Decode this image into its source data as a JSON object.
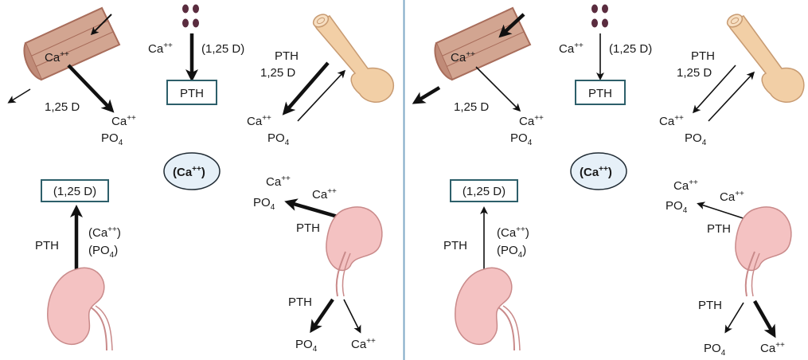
{
  "colors": {
    "divider": "#7fa9c6",
    "box_stroke": "#2d5f6a",
    "oval_fill": "#e6f0f8",
    "oval_stroke": "#1f2a33",
    "vessel_fill": "#d2a591",
    "vessel_dark": "#a86d5b",
    "bone_fill": "#f2cfa6",
    "bone_stroke": "#c89b72",
    "kidney_fill": "#f4c2c2",
    "kidney_stroke": "#c98a8a",
    "dots": "#5a2c3f"
  },
  "icons": [
    "blood-vessel",
    "food-dots",
    "bone",
    "kidney"
  ],
  "panels": [
    {
      "ca_vessel": "Ca",
      "ca_vessel_sup": "++",
      "vit_d_label": "1,25 D",
      "ca_absorbed": "Ca",
      "ca_absorbed_sup": "++",
      "po4_absorbed": "PO",
      "po4_absorbed_sub": "4",
      "diet_ca": "Ca",
      "diet_ca_sup": "++",
      "diet_vit": "(1,25 D)",
      "pth_box": "PTH",
      "bone_pth": "PTH",
      "bone_vit": "1,25 D",
      "bone_ca": "Ca",
      "bone_ca_sup": "++",
      "bone_po4": "PO",
      "bone_po4_sub": "4",
      "center_oval": "(Ca",
      "center_oval_sup": "++",
      "center_oval_close": ")",
      "vit_box": "(1,25 D)",
      "kidney_pth": "PTH",
      "kidney_ca_paren": "(Ca",
      "kidney_ca_sup": "++",
      "kidney_ca_close": ")",
      "kidney_po4_paren": "(PO",
      "kidney_po4_sub": "4",
      "kidney_po4_close": ")",
      "reabs_ca_out": "Ca",
      "reabs_ca_out_sup": "++",
      "reabs_po4_out": "PO",
      "reabs_po4_out_sub": "4",
      "reabs_ca_in": "Ca",
      "reabs_ca_in_sup": "++",
      "reabs_pth": "PTH",
      "excr_pth": "PTH",
      "excr_po4": "PO",
      "excr_po4_sub": "4",
      "excr_ca": "Ca",
      "excr_ca_sup": "++"
    },
    {
      "ca_vessel": "Ca",
      "ca_vessel_sup": "++",
      "vit_d_label": "1,25 D",
      "ca_absorbed": "Ca",
      "ca_absorbed_sup": "++",
      "po4_absorbed": "PO",
      "po4_absorbed_sub": "4",
      "diet_ca": "Ca",
      "diet_ca_sup": "++",
      "diet_vit": "(1,25 D)",
      "pth_box": "PTH",
      "bone_pth": "PTH",
      "bone_vit": "1,25 D",
      "bone_ca": "Ca",
      "bone_ca_sup": "++",
      "bone_po4": "PO",
      "bone_po4_sub": "4",
      "center_oval": "(Ca",
      "center_oval_sup": "++",
      "center_oval_close": ")",
      "vit_box": "(1,25 D)",
      "kidney_pth": "PTH",
      "kidney_ca_paren": "(Ca",
      "kidney_ca_sup": "++",
      "kidney_ca_close": ")",
      "kidney_po4_paren": "(PO",
      "kidney_po4_sub": "4",
      "kidney_po4_close": ")",
      "reabs_ca_out": "Ca",
      "reabs_ca_out_sup": "++",
      "reabs_po4_out": "PO",
      "reabs_po4_out_sub": "4",
      "reabs_ca_in": "Ca",
      "reabs_ca_in_sup": "++",
      "reabs_pth": "PTH",
      "excr_pth": "PTH",
      "excr_po4": "PO",
      "excr_po4_sub": "4",
      "excr_ca": "Ca",
      "excr_ca_sup": "++"
    }
  ]
}
